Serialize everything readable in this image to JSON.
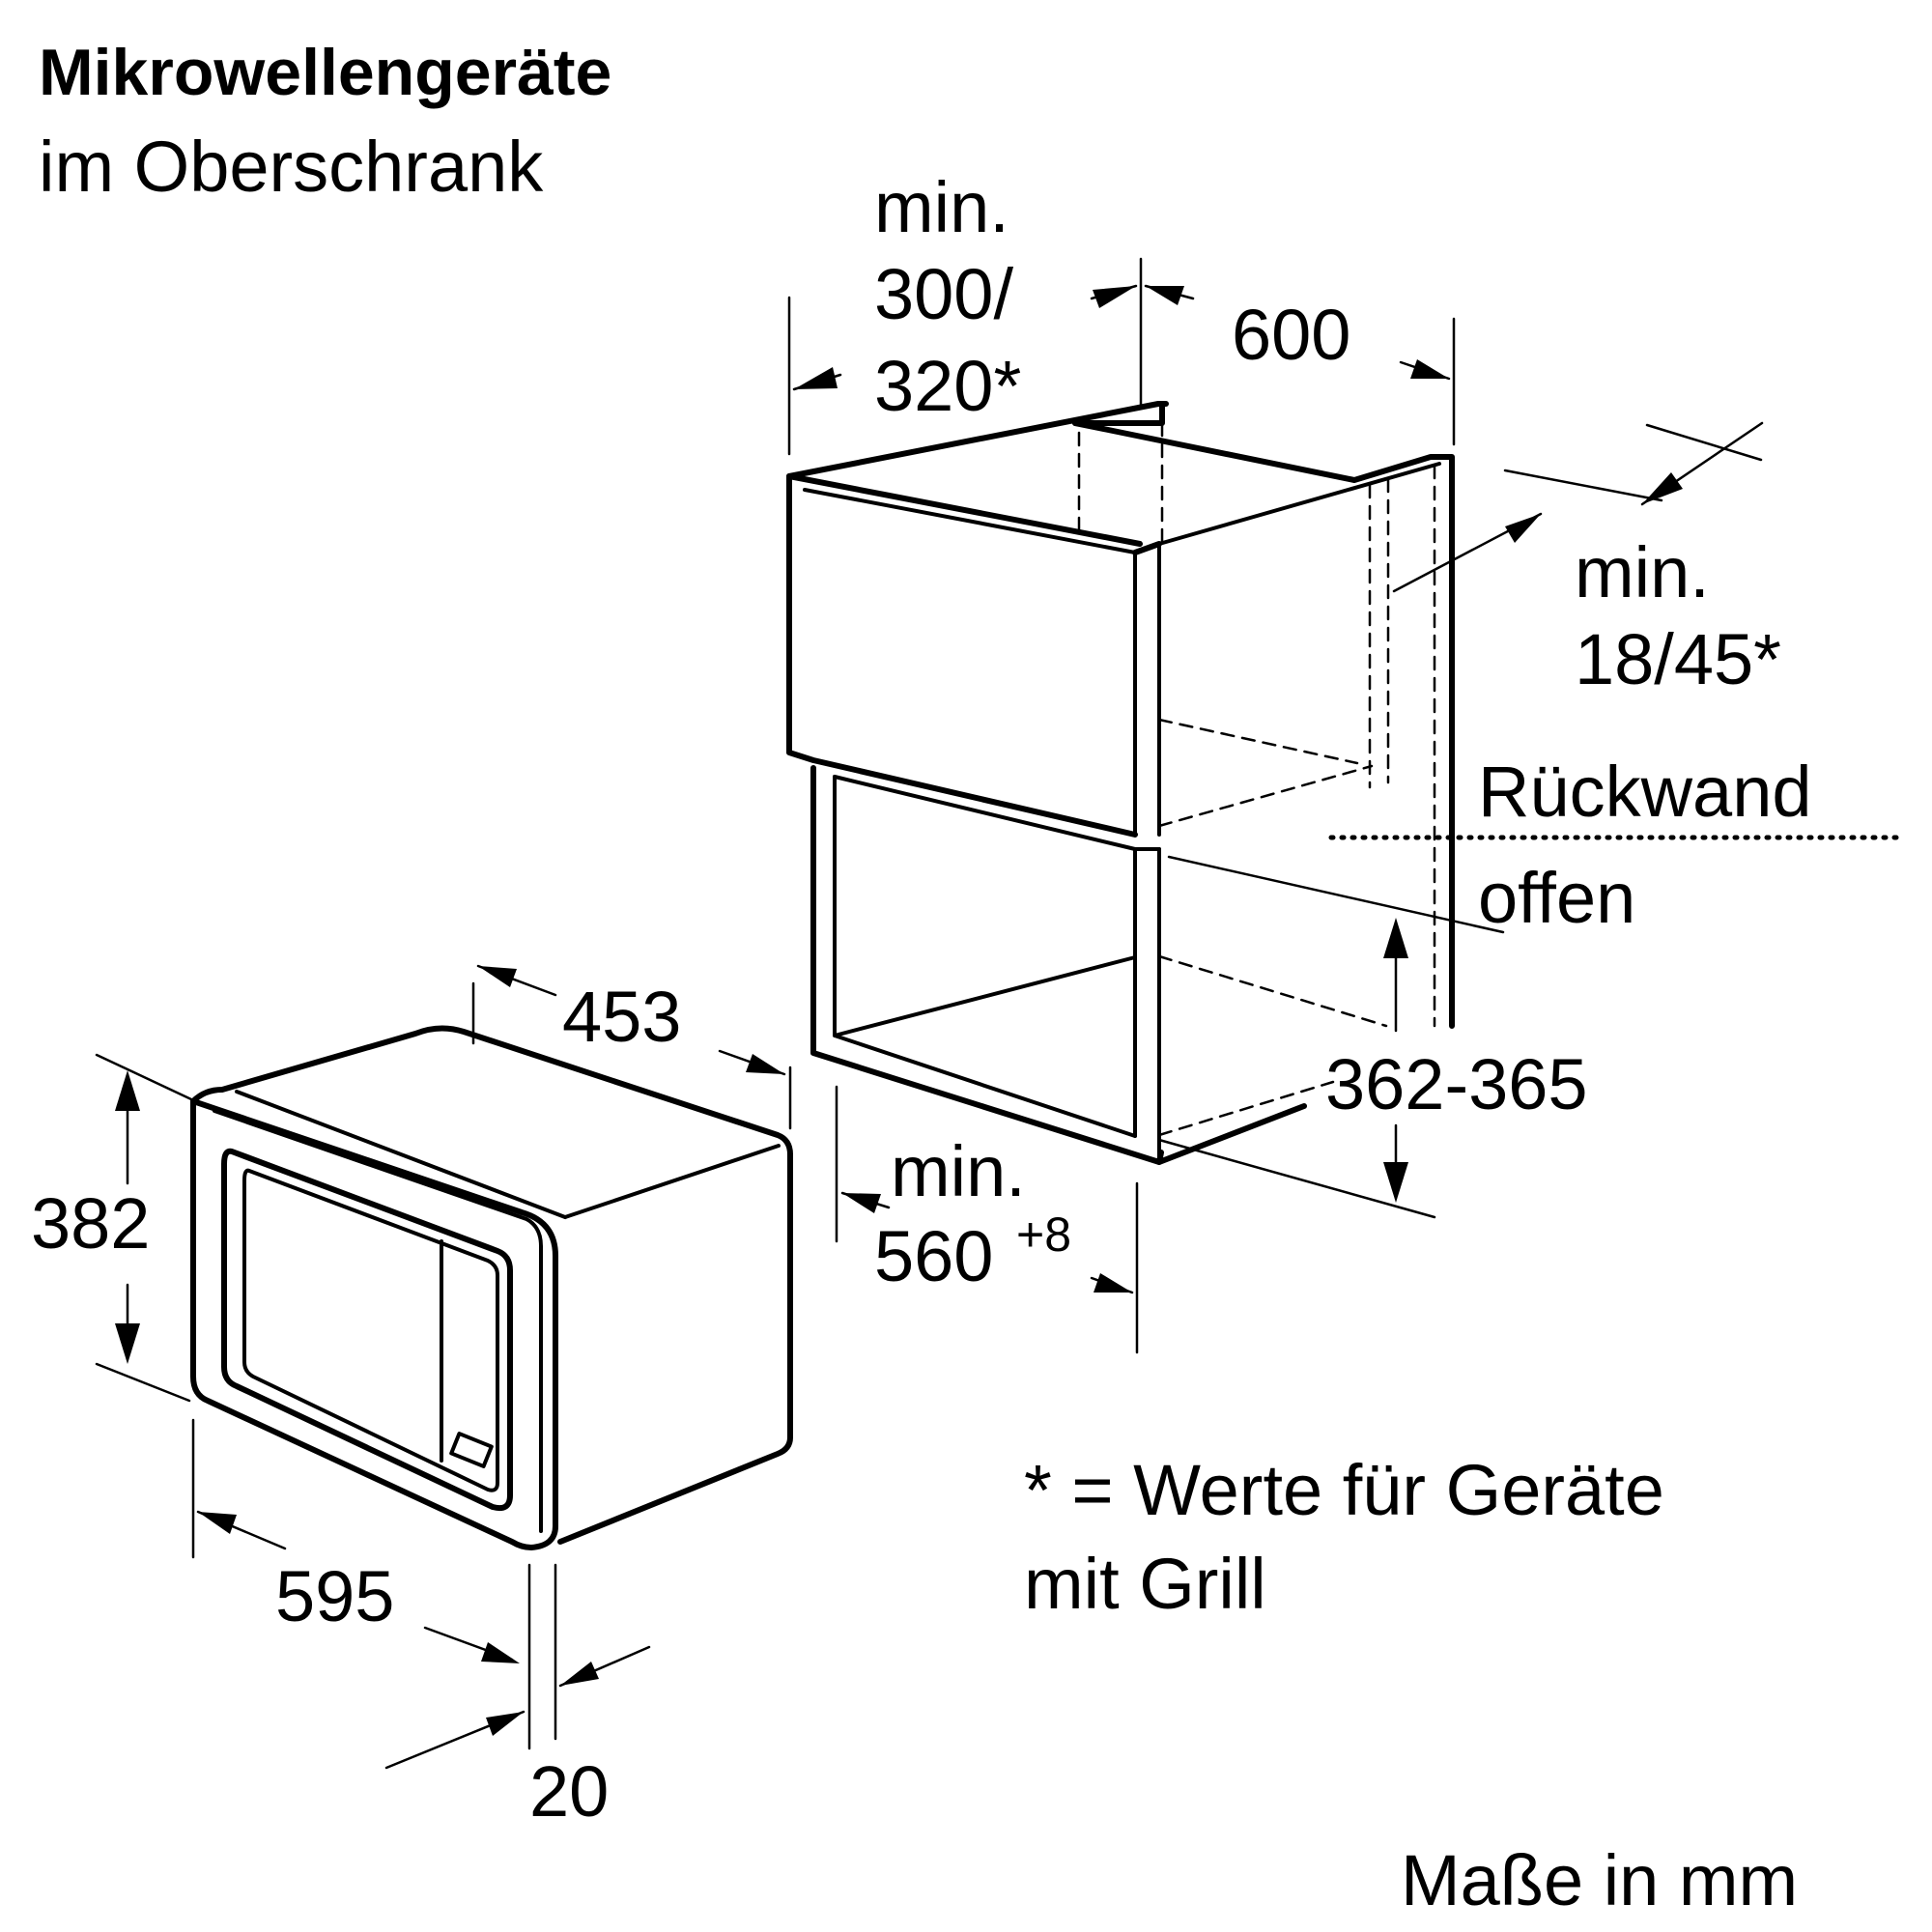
{
  "title": "Mikrowellengeräte",
  "subtitle": "im Oberschrank",
  "dimensions": {
    "niche_depth_line1": "min.",
    "niche_depth_line2": "300/",
    "niche_depth_line3": "320*",
    "cabinet_depth": "600",
    "rear_gap_line1": "min.",
    "rear_gap_line2": "18/45*",
    "rear_wall_line1": "Rückwand",
    "rear_wall_line2": "offen",
    "niche_height": "362-365",
    "niche_width_line1": "min.",
    "niche_width_value": "560",
    "niche_width_tolerance": "+8",
    "device_depth": "453",
    "device_height": "382",
    "device_width": "595",
    "frame_offset": "20"
  },
  "footnote_line1": "* = Werte für Geräte",
  "footnote_line2": "mit Grill",
  "units": "Maße in mm"
}
